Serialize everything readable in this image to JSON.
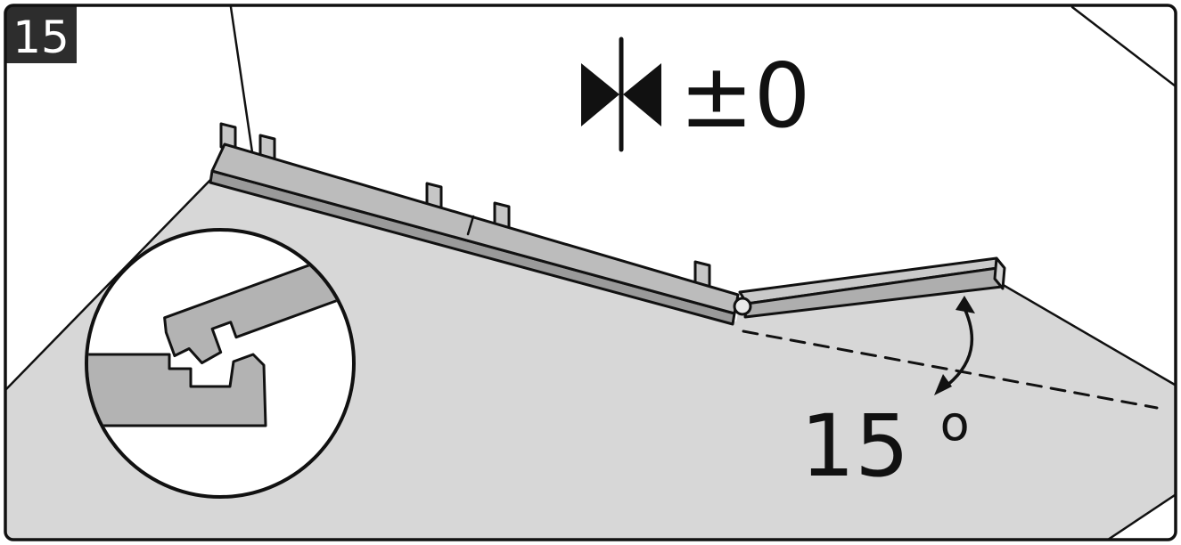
{
  "figure": {
    "step_number": "15",
    "tolerance_label": "±0",
    "angle": {
      "value": "15",
      "superscript": "o"
    }
  },
  "icons": {
    "flush_joint_icon": "opposed-triangles-flush-symbol",
    "detail_magnifier": "circular-zoom-inset",
    "pivot_marker": "rotation-point-circle",
    "angle_arrow": "curved-double-headed-arrow",
    "flat_position_line": "dashed-baseline",
    "spacer_tab": "expansion-spacer-tab"
  },
  "colors": {
    "outline": "#111111",
    "background": "#ffffff",
    "floor": "#d7d7d7",
    "plank_top": "#bcbcbc",
    "plank_front": "#9a9a9a",
    "tilted_top": "#c9c9c9",
    "tilted_front": "#aeaeae",
    "plank_end": "#d4d4d4",
    "tab": "#c6c6c6",
    "joint_piece": "#b3b3b3",
    "step_box": "#2d2d2d",
    "step_text": "#ffffff"
  }
}
